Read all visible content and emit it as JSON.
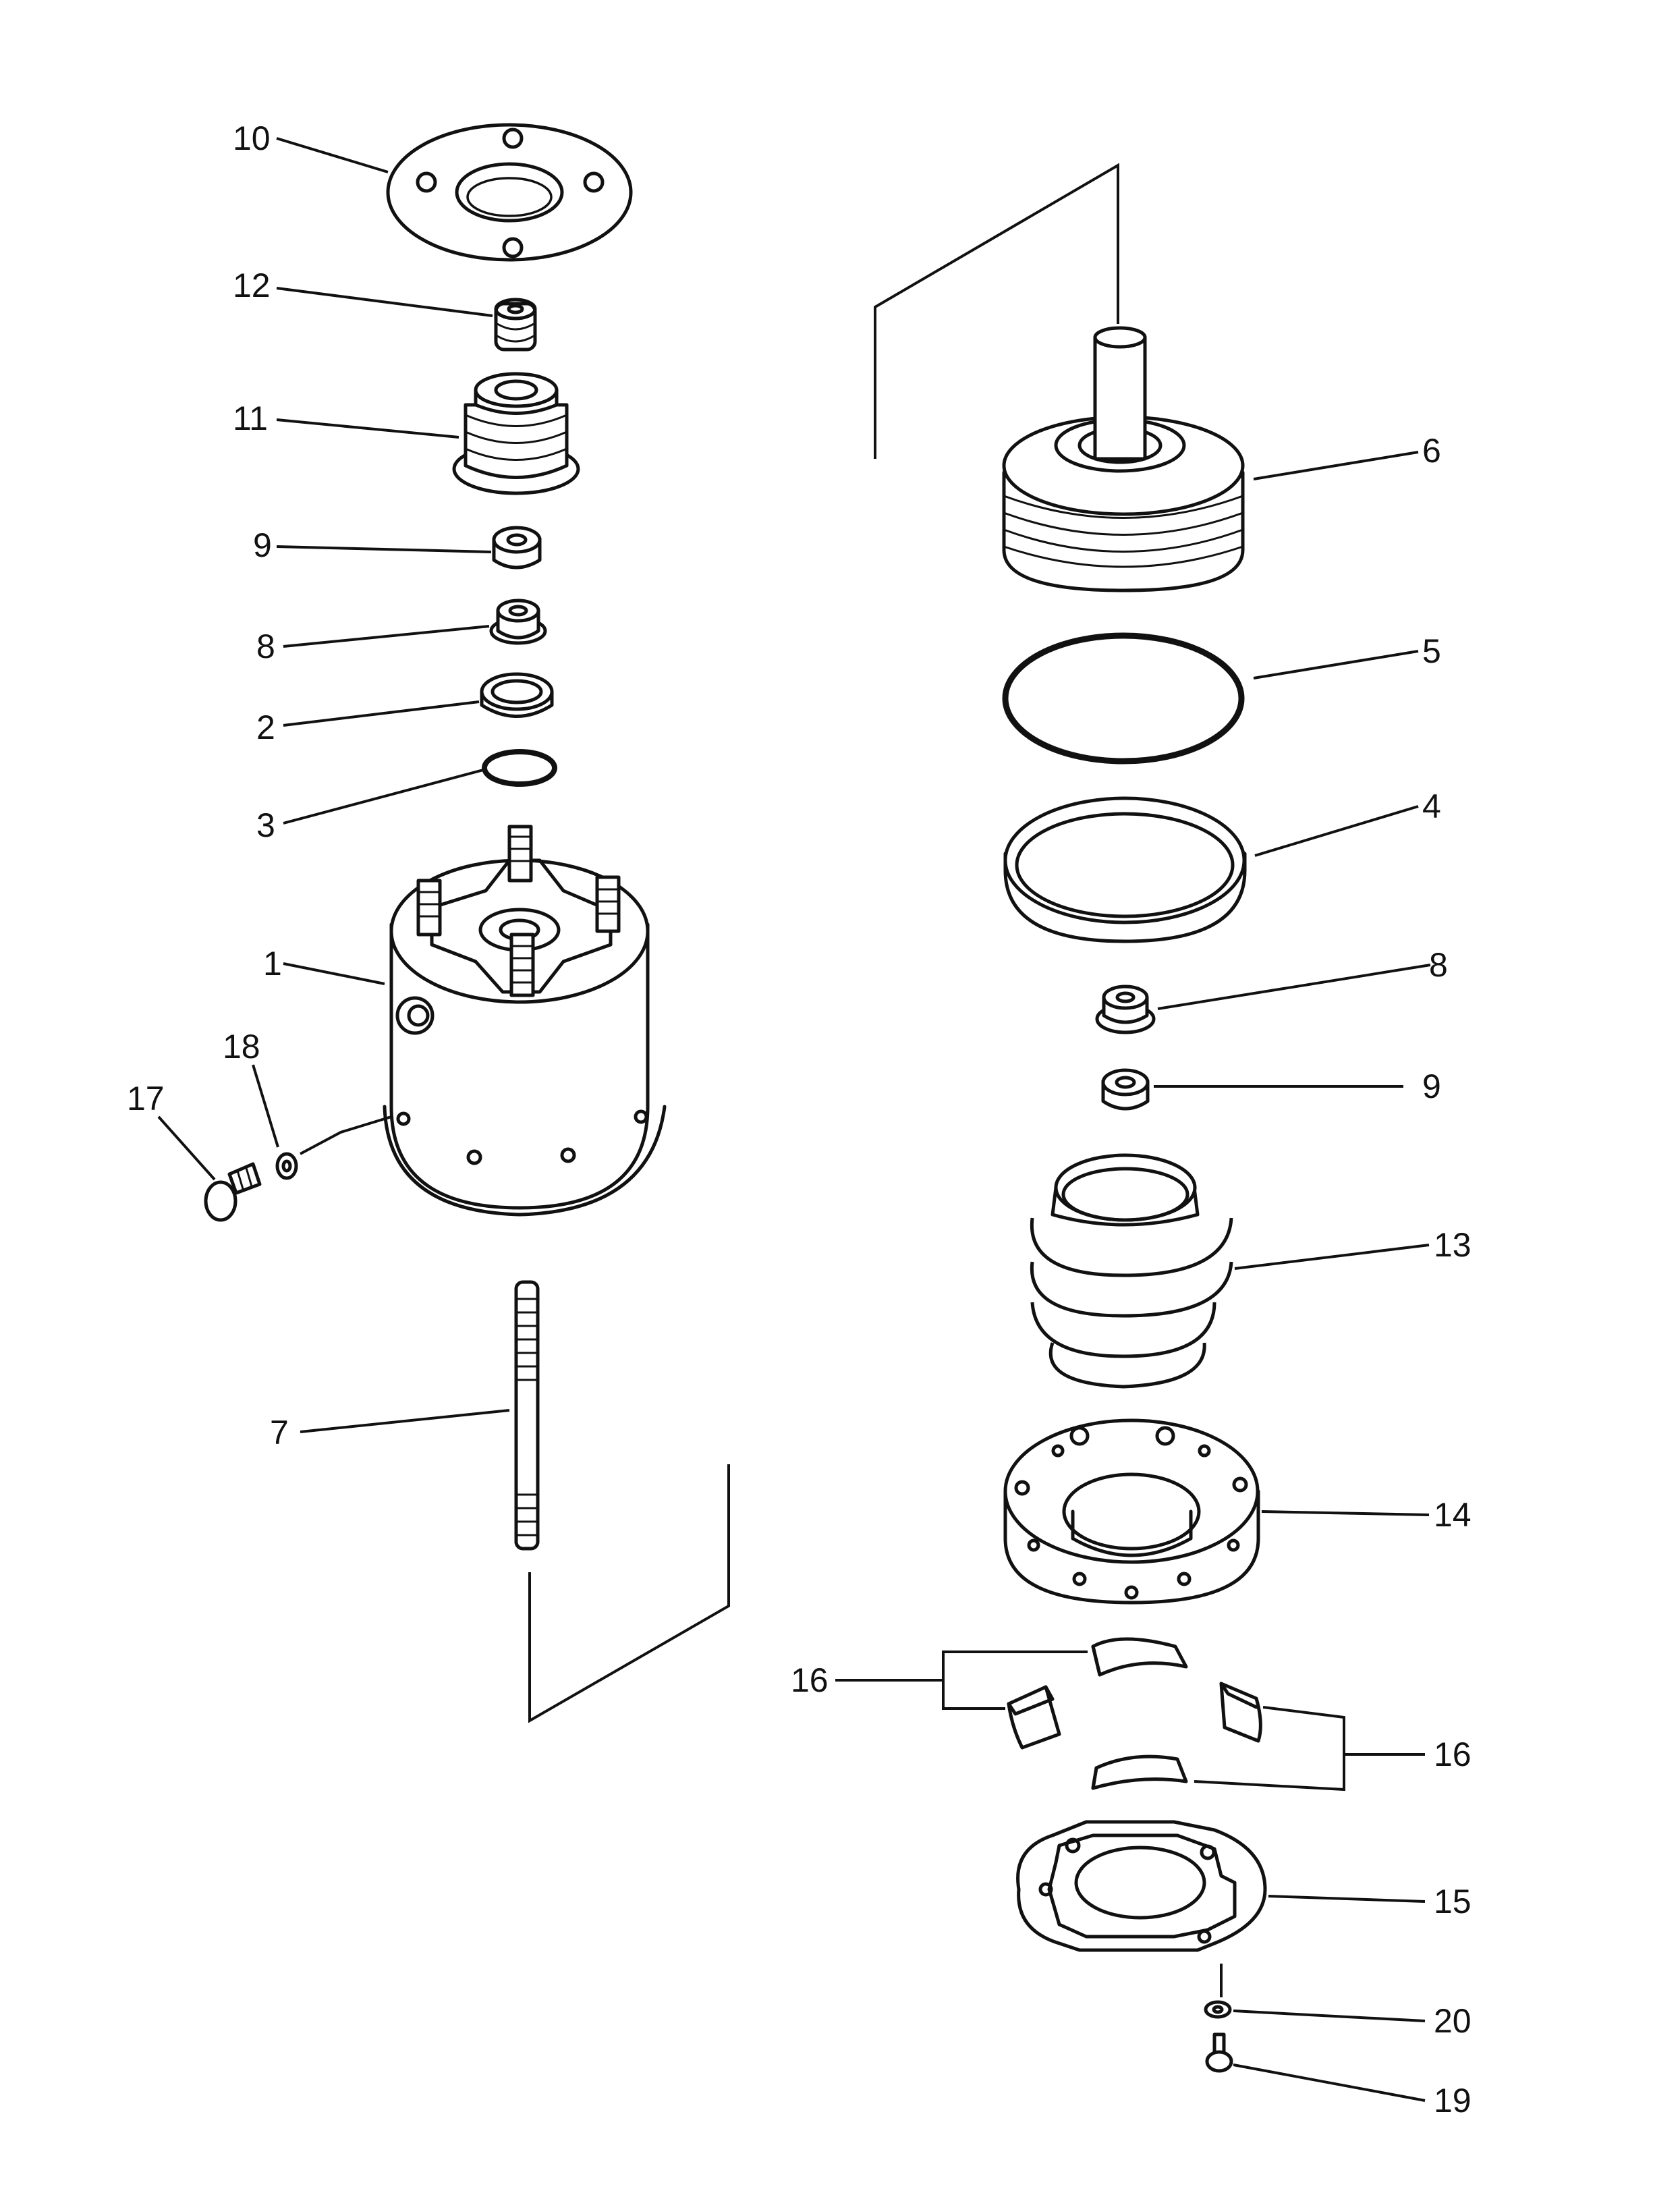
{
  "callouts": {
    "c1": "1",
    "c2": "2",
    "c3": "3",
    "c4": "4",
    "c5": "5",
    "c6": "6",
    "c7": "7",
    "c8_left": "8",
    "c8_right": "8",
    "c9_left": "9",
    "c9_right": "9",
    "c10": "10",
    "c11": "11",
    "c12": "12",
    "c13": "13",
    "c14": "14",
    "c15": "15",
    "c16_left": "16",
    "c16_right": "16",
    "c17": "17",
    "c18": "18",
    "c19": "19",
    "c20": "20"
  }
}
